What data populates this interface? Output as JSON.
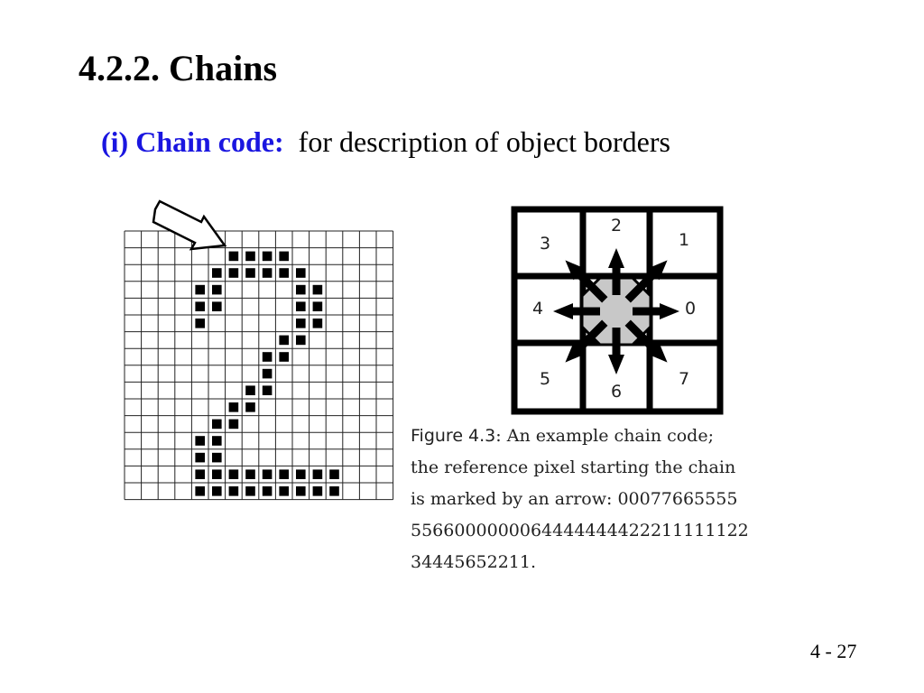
{
  "slide": {
    "title": "4.2.2. Chains",
    "subtitle": {
      "number": "(i)",
      "term": "Chain code:",
      "description": "for description of object borders"
    },
    "page_number": "4 - 27"
  },
  "figure": {
    "caption": {
      "label": "Figure 4.3",
      "line1_text": ":  An example chain code;",
      "line2": "the reference pixel starting the chain",
      "line3_prefix": "is marked by an arrow:",
      "code_start": "00077665555",
      "line4": "5566000000064444444422211111122",
      "line5": "34445652211."
    },
    "directions": [
      {
        "code": "0",
        "name": "east"
      },
      {
        "code": "1",
        "name": "north-east"
      },
      {
        "code": "2",
        "name": "north"
      },
      {
        "code": "3",
        "name": "north-west"
      },
      {
        "code": "4",
        "name": "west"
      },
      {
        "code": "5",
        "name": "south-west"
      },
      {
        "code": "6",
        "name": "south"
      },
      {
        "code": "7",
        "name": "south-east"
      }
    ],
    "grid": {
      "rows": 16,
      "cols": 16,
      "filled_cells": [
        [
          1,
          6
        ],
        [
          1,
          7
        ],
        [
          1,
          8
        ],
        [
          1,
          9
        ],
        [
          2,
          5
        ],
        [
          2,
          6
        ],
        [
          2,
          7
        ],
        [
          2,
          8
        ],
        [
          2,
          9
        ],
        [
          2,
          10
        ],
        [
          3,
          4
        ],
        [
          3,
          5
        ],
        [
          3,
          10
        ],
        [
          3,
          11
        ],
        [
          4,
          4
        ],
        [
          4,
          5
        ],
        [
          4,
          10
        ],
        [
          4,
          11
        ],
        [
          5,
          4
        ],
        [
          5,
          10
        ],
        [
          5,
          11
        ],
        [
          6,
          9
        ],
        [
          6,
          10
        ],
        [
          7,
          8
        ],
        [
          7,
          9
        ],
        [
          8,
          8
        ],
        [
          9,
          7
        ],
        [
          9,
          8
        ],
        [
          10,
          6
        ],
        [
          10,
          7
        ],
        [
          11,
          5
        ],
        [
          11,
          6
        ],
        [
          12,
          4
        ],
        [
          12,
          5
        ],
        [
          13,
          4
        ],
        [
          13,
          5
        ],
        [
          14,
          4
        ],
        [
          14,
          5
        ],
        [
          14,
          6
        ],
        [
          14,
          7
        ],
        [
          14,
          8
        ],
        [
          14,
          9
        ],
        [
          14,
          10
        ],
        [
          14,
          11
        ],
        [
          14,
          12
        ],
        [
          15,
          4
        ],
        [
          15,
          5
        ],
        [
          15,
          6
        ],
        [
          15,
          7
        ],
        [
          15,
          8
        ],
        [
          15,
          9
        ],
        [
          15,
          10
        ],
        [
          15,
          11
        ],
        [
          15,
          12
        ]
      ],
      "start_marker": "hollow-arrow"
    }
  }
}
